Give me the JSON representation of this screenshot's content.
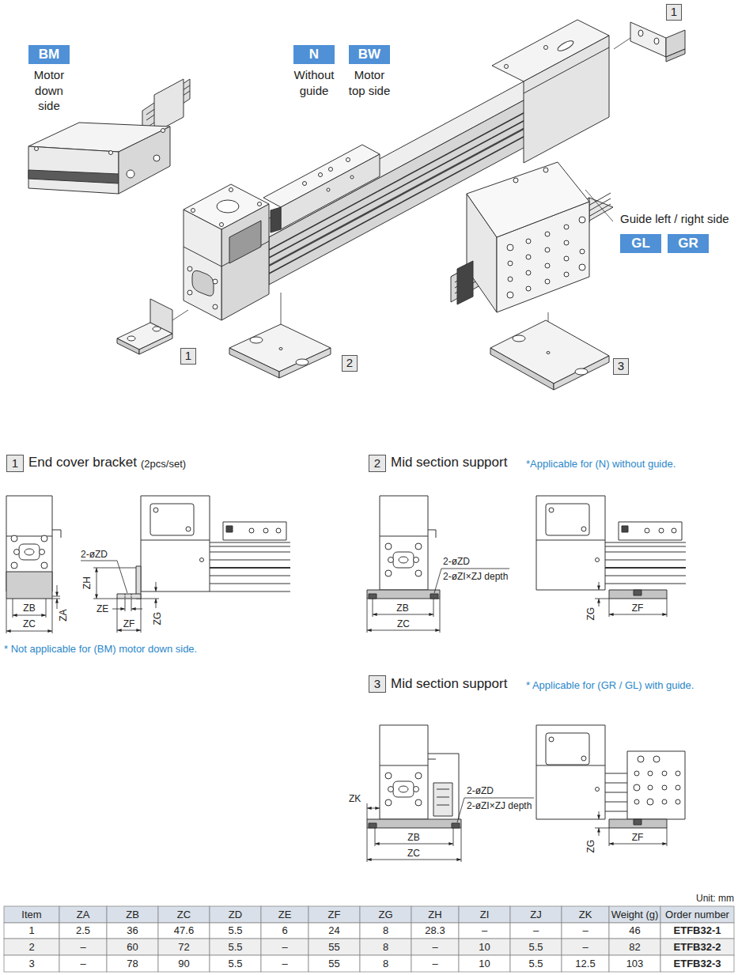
{
  "diagram": {
    "nodes": [
      {
        "text": [
          "1"
        ]
      },
      {
        "text": [
          "BM"
        ]
      },
      {
        "text": [
          "N"
        ]
      },
      {
        "text": [
          "BW"
        ]
      },
      {
        "text": [
          "GL"
        ]
      },
      {
        "text": [
          "GR"
        ]
      },
      {
        "text": [
          "1"
        ]
      },
      {
        "text": [
          "2"
        ]
      },
      {
        "text": [
          "3"
        ]
      },
      {
        "text": [
          "1"
        ]
      },
      {
        "text": [
          "2"
        ]
      },
      {
        "text": [
          "3"
        ]
      }
    ],
    "labels": [
      "Motor down side",
      "Without guide",
      "Motor top side",
      "Guide left / right side",
      "End cover bracket",
      "(2pcs/set)",
      "Mid section support",
      "*Applicable for (N) without guide.",
      "* Not applicable for (BM) motor down side.",
      "Mid section support",
      "* Applicable for (GR / GL) with guide.",
      "2-øZD",
      "ZH",
      "ZE",
      "ZG",
      "ZB",
      "ZA",
      "ZC",
      "ZF",
      "2-øZD",
      "2-øZI×ZJ depth",
      "ZB",
      "ZC",
      "ZG",
      "ZF",
      "ZK",
      "2-øZD",
      "2-øZI×ZJ depth",
      "ZB",
      "ZC",
      "ZG",
      "ZF",
      "Unit: mm",
      "Item",
      "ZA",
      "ZB",
      "ZC",
      "ZD",
      "ZE",
      "ZF",
      "ZG",
      "ZH",
      "ZI",
      "ZJ",
      "ZK",
      "Weight (g)",
      "Order number",
      "1",
      "2.5",
      "36",
      "47.6",
      "5.5",
      "6",
      "24",
      "8",
      "28.3",
      "–",
      "–",
      "–",
      "46",
      "ETFB32-1",
      "2",
      "–",
      "60",
      "72",
      "5.5",
      "–",
      "55",
      "8",
      "–",
      "10",
      "5.5",
      "–",
      "82",
      "ETFB32-2",
      "3",
      "–",
      "78",
      "90",
      "5.5",
      "–",
      "55",
      "8",
      "–",
      "10",
      "5.5",
      "12.5",
      "103",
      "ETFB32-3"
    ]
  }
}
